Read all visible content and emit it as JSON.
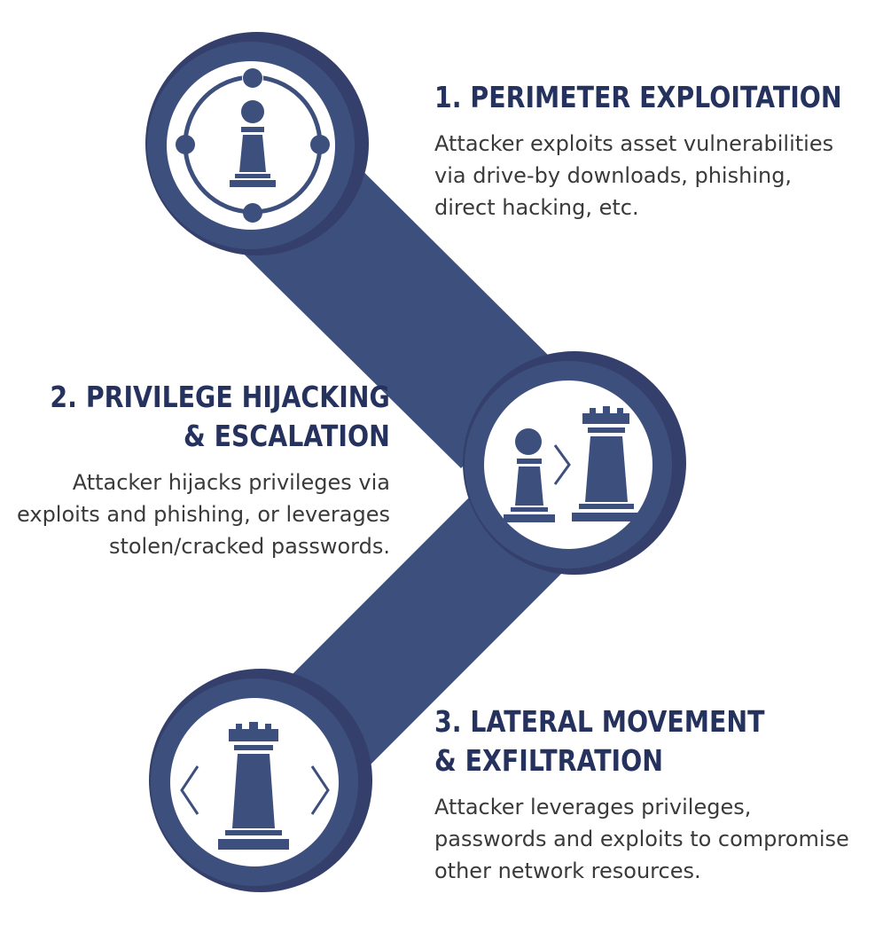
{
  "colors": {
    "primary": "#3d4f7c",
    "text_dark": "#26325e",
    "text_body": "#3a3a3a",
    "background": "#ffffff"
  },
  "steps": [
    {
      "title_lines": [
        "1. PERIMETER EXPLOITATION"
      ],
      "desc_lines": [
        "Attacker exploits asset vulnerabilities",
        "via drive-by downloads, phishing,",
        "direct hacking, etc."
      ],
      "icon": "pawn-with-orbit-dots-icon"
    },
    {
      "title_lines": [
        "2. PRIVILEGE HIJACKING",
        "& ESCALATION"
      ],
      "desc_lines": [
        "Attacker hijacks privileges via",
        "exploits and phishing, or leverages",
        "stolen/cracked passwords."
      ],
      "icon": "pawn-to-queen-icon"
    },
    {
      "title_lines": [
        "3. LATERAL MOVEMENT",
        "& EXFILTRATION"
      ],
      "desc_lines": [
        "Attacker leverages privileges,",
        "passwords and exploits to compromise",
        "other network resources."
      ],
      "icon": "queen-lateral-arrows-icon"
    }
  ]
}
